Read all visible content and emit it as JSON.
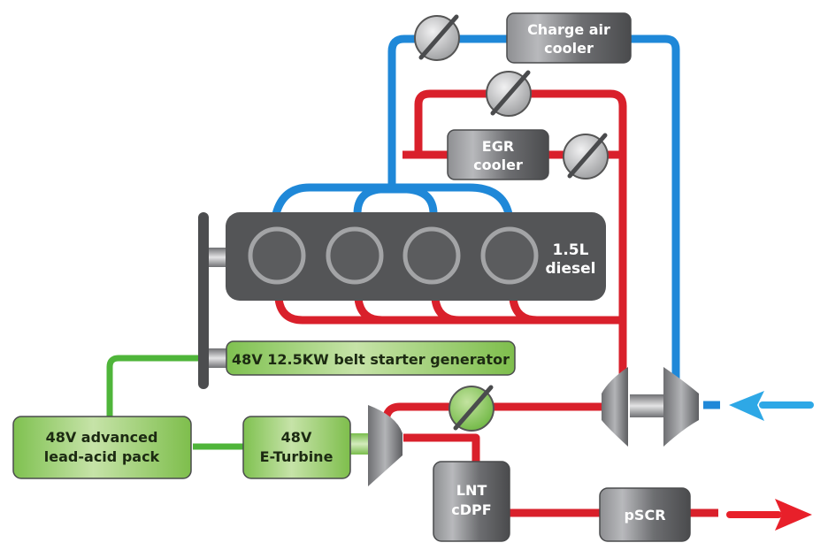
{
  "title": "48V mild-hybrid 1.5L diesel air path and aftertreatment diagram",
  "colors": {
    "cold_air": "#1f88d8",
    "exhaust": "#d9202b",
    "electric": "#4fb53a",
    "component_gray": "#5b5c5e",
    "engine_block": "#545557",
    "green_box": "#8dc862",
    "inlet_arrow": "#2ea8e6",
    "outlet_arrow": "#e8202a"
  },
  "components": {
    "charge_air_cooler": {
      "line1": "Charge air",
      "line2": "cooler"
    },
    "egr_cooler": {
      "line1": "EGR",
      "line2": "cooler"
    },
    "engine": {
      "line1": "1.5L",
      "line2": "diesel",
      "cylinders": 4
    },
    "belt_starter_generator": {
      "label": "48V 12.5KW belt starter generator"
    },
    "battery_pack": {
      "line1": "48V advanced",
      "line2": "lead-acid pack"
    },
    "e_turbine": {
      "line1": "48V",
      "line2": "E-Turbine"
    },
    "lnt_cdpf": {
      "line1": "LNT",
      "line2": "cDPF"
    },
    "pscr": {
      "label": "pSCR"
    }
  },
  "valves": [
    "charge-air-throttle",
    "egr-bypass-valve",
    "egr-valve",
    "e-turbine-bypass-valve"
  ],
  "flows": {
    "inlet": "fresh air in",
    "outlet": "exhaust out"
  }
}
